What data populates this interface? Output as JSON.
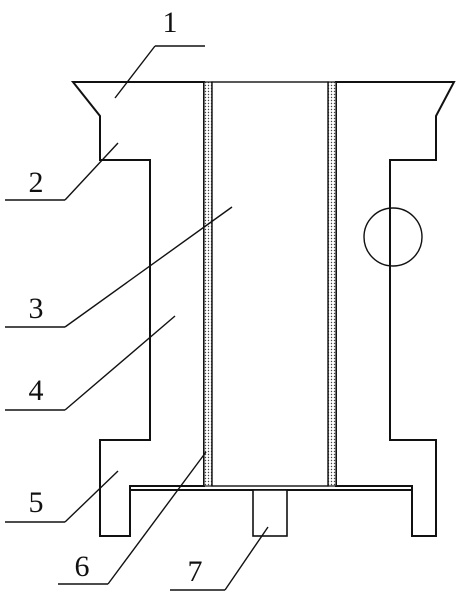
{
  "figure": {
    "callouts": [
      {
        "id": "label-1",
        "text": "1"
      },
      {
        "id": "label-2",
        "text": "2"
      },
      {
        "id": "label-3",
        "text": "3"
      },
      {
        "id": "label-4",
        "text": "4"
      },
      {
        "id": "label-5",
        "text": "5"
      },
      {
        "id": "label-6",
        "text": "6"
      },
      {
        "id": "label-7",
        "text": "7"
      }
    ],
    "colors": {
      "stroke": "#111111",
      "hatch": "#333333",
      "lining": "#444444",
      "background": "#ffffff"
    }
  }
}
